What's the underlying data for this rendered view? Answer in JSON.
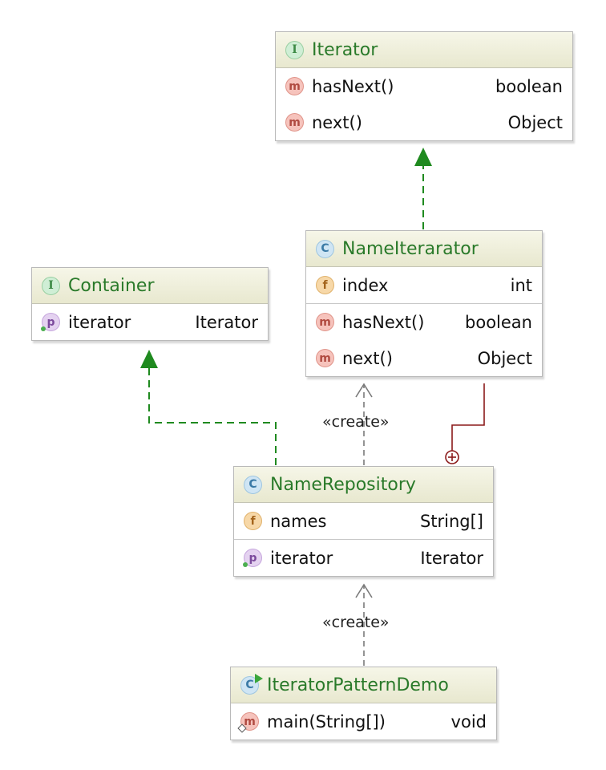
{
  "classes": {
    "iterator": {
      "kind_icon": "I",
      "name": "Iterator",
      "sections": [
        [
          {
            "icon": "m",
            "name": "hasNext()",
            "type": "boolean"
          },
          {
            "icon": "m",
            "name": "next()",
            "type": "Object"
          }
        ]
      ]
    },
    "name_iterator": {
      "kind_icon": "C",
      "name": "NameIterarator",
      "sections": [
        [
          {
            "icon": "f",
            "name": "index",
            "type": "int"
          }
        ],
        [
          {
            "icon": "m",
            "name": "hasNext()",
            "type": "boolean"
          },
          {
            "icon": "m",
            "name": "next()",
            "type": "Object"
          }
        ]
      ]
    },
    "container": {
      "kind_icon": "I",
      "name": "Container",
      "sections": [
        [
          {
            "icon": "p",
            "name": "iterator",
            "type": "Iterator"
          }
        ]
      ]
    },
    "name_repository": {
      "kind_icon": "C",
      "name": "NameRepository",
      "sections": [
        [
          {
            "icon": "f",
            "name": "names",
            "type": "String[]"
          }
        ],
        [
          {
            "icon": "p",
            "name": "iterator",
            "type": "Iterator"
          }
        ]
      ]
    },
    "iterator_pattern_demo": {
      "kind_icon": "C",
      "name": "IteratorPatternDemo",
      "sections": [
        [
          {
            "icon": "m",
            "name": "main(String[])",
            "type": "void"
          }
        ]
      ]
    }
  },
  "relations": {
    "create_label_1": "«create»",
    "create_label_2": "«create»"
  },
  "colors": {
    "realization": "#1f8a1f",
    "dependency": "#7a7a7a",
    "inner_class": "#8b1a1a",
    "class_name": "#2a7a2a"
  }
}
